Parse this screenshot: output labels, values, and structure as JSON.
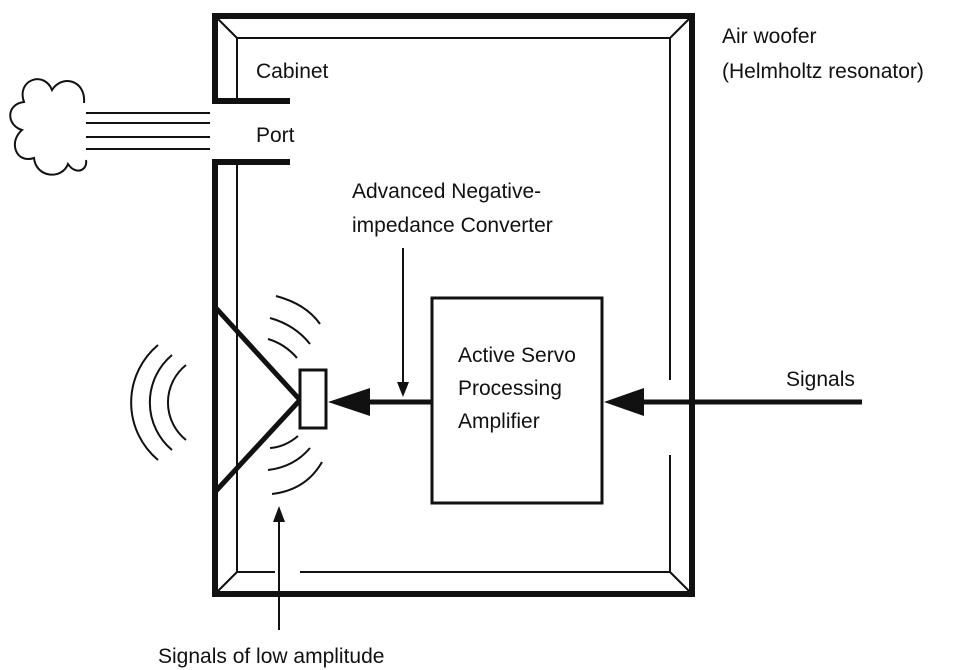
{
  "labels": {
    "air_woofer_line1": "Air woofer",
    "air_woofer_line2": "(Helmholtz resonator)",
    "cabinet": "Cabinet",
    "port": "Port",
    "converter_line1": "Advanced Negative-",
    "converter_line2": "impedance Converter",
    "amp_line1": "Active Servo",
    "amp_line2": "Processing",
    "amp_line3": "Amplifier",
    "signals": "Signals",
    "low_amplitude": "Signals of low amplitude"
  }
}
